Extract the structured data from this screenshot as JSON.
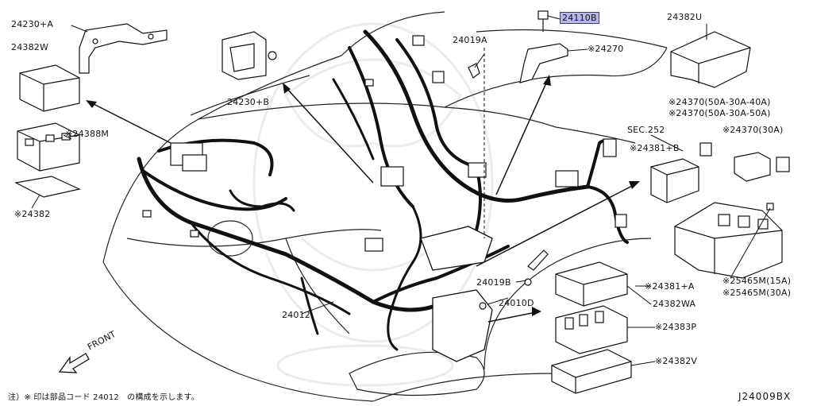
{
  "labels": {
    "p24230A": "24230+A",
    "p24382W": "24382W",
    "p24388M": "※24388M",
    "p24382": "※24382",
    "p24230B": "24230+B",
    "p24019A": "24019A",
    "p24110B": "24110B",
    "p24270": "※24270",
    "p24382U": "24382U",
    "p24370a": "※24370(50A-30A-40A)",
    "p24370b": "※24370(50A-30A-50A)",
    "p24370c": "※24370(30A)",
    "sec252": "SEC.252",
    "p24381B": "※24381+B",
    "p24381A": "※24381+A",
    "p25465a": "※25465M(15A)",
    "p25465b": "※25465M(30A)",
    "p24019B": "24019B",
    "p24010D": "24010D",
    "p24382WA": "24382WA",
    "p24383P": "※24383P",
    "p24382V": "※24382V",
    "p24012": "24012",
    "front": "FRONT"
  },
  "footnote": "注）※ 印は部品コード 24012　の構成を示します。",
  "diagram_code": "J24009BX",
  "highlight_color": "#b9b6ea"
}
